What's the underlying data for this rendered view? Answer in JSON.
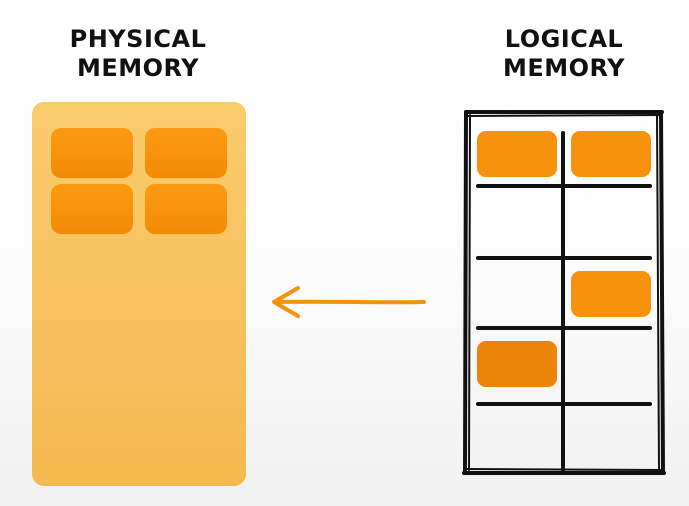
{
  "physical_memory": {
    "label": "PHYSICAL\nMEMORY",
    "block_color": "#f6c15f",
    "page_color": "#f7920c"
  },
  "logical_memory": {
    "label": "LOGICAL\nMEMORY",
    "grid_rows": 5,
    "grid_cols": 2,
    "line_color": "#111111"
  },
  "arrow": {
    "direction": "left",
    "color": "#f7920c"
  }
}
